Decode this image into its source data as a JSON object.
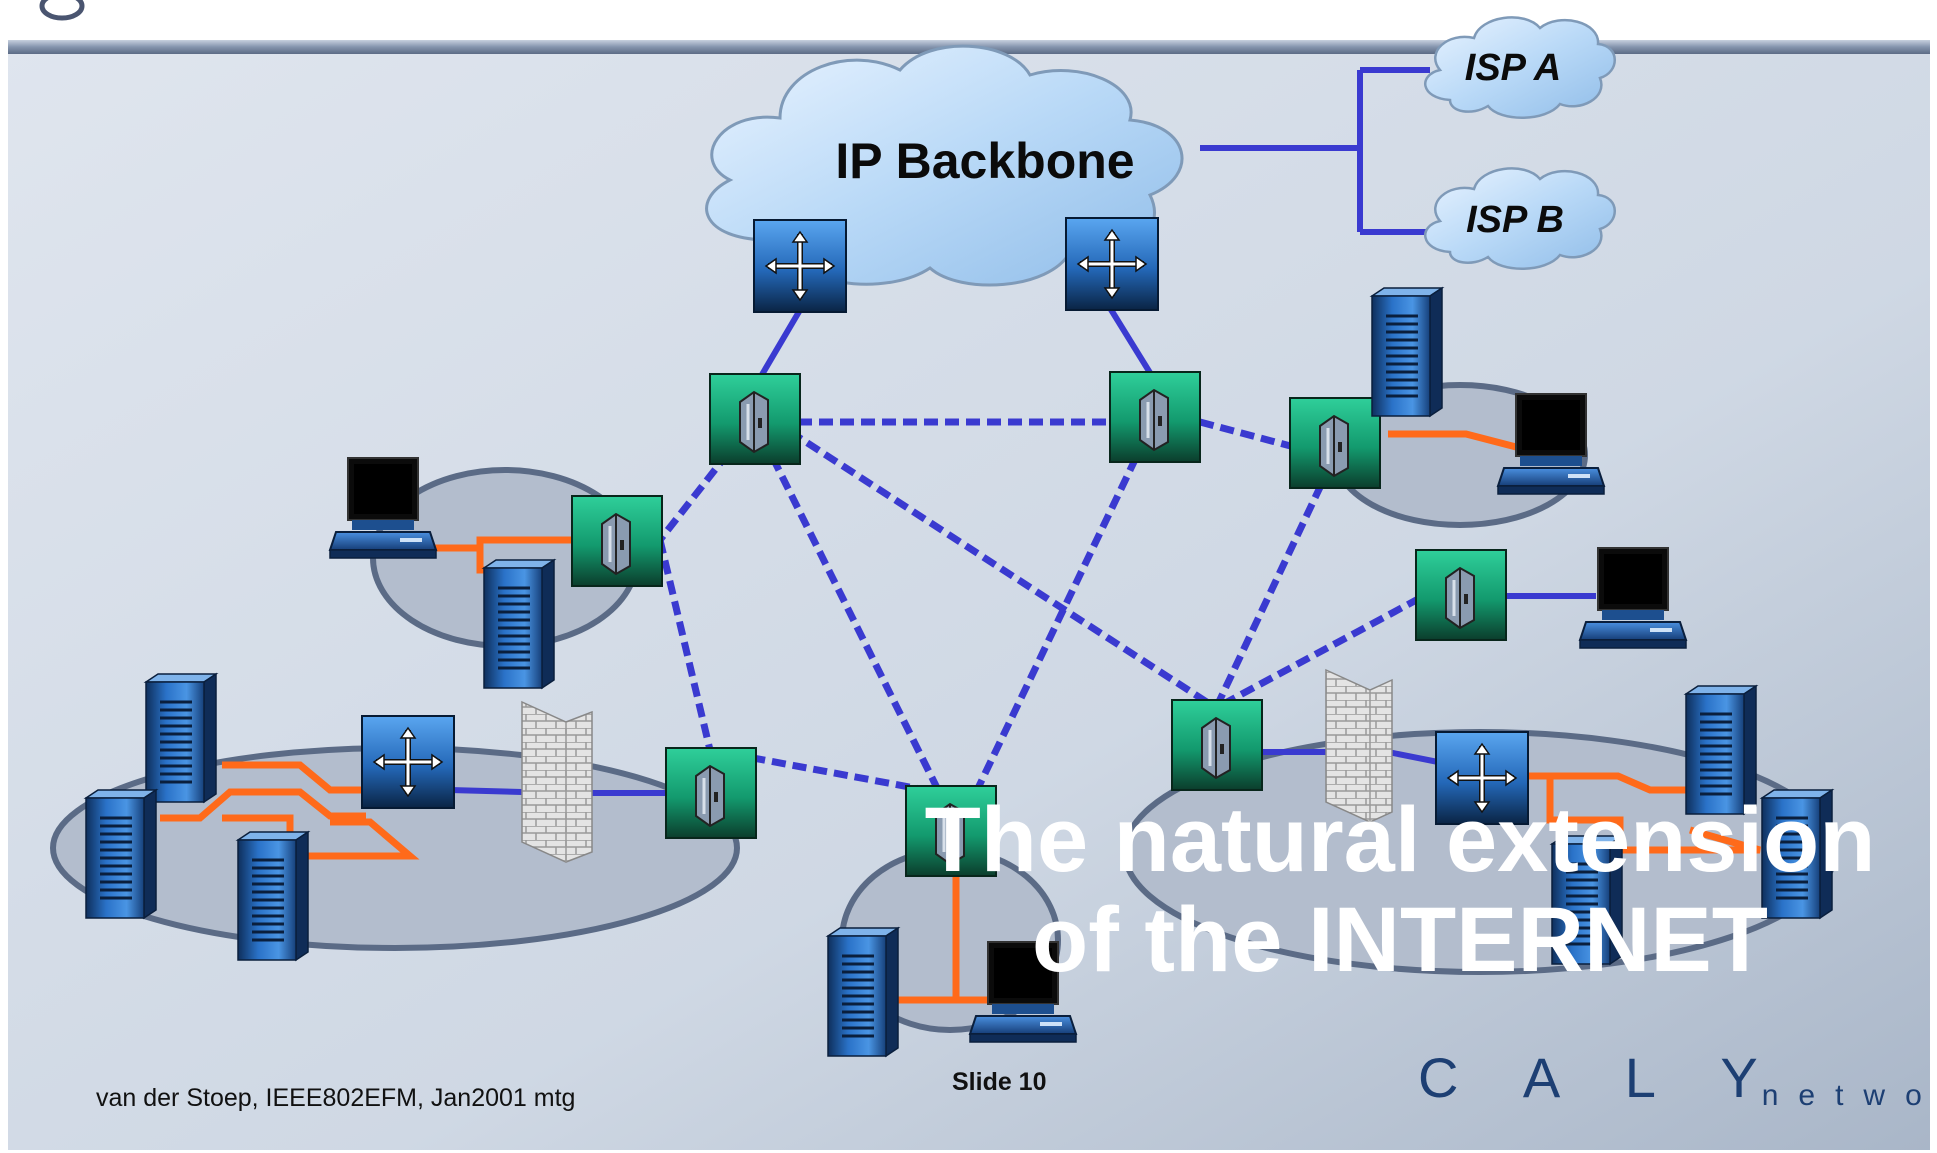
{
  "diagram": {
    "backbone_label": "IP Backbone",
    "isp_a_label": "ISP A",
    "isp_b_label": "ISP B",
    "headline_line1": "The natural extension",
    "headline_line2": "of the INTERNET"
  },
  "footer": {
    "author": "van der Stoep, IEEE802EFM, Jan2001 mtg",
    "slide": "Slide 10",
    "brand_main": "C A L Y",
    "brand_sub": "networks"
  },
  "colors": {
    "accent_link": "#3a3ad0",
    "lan_link": "#ff6a1a",
    "switch_green": "#17a37a",
    "router_blue": "#2a72c8",
    "headline": "#ffffff"
  },
  "icons": [
    "router-icon",
    "switch-icon",
    "server-icon",
    "workstation-icon",
    "firewall-icon",
    "cloud-icon"
  ]
}
